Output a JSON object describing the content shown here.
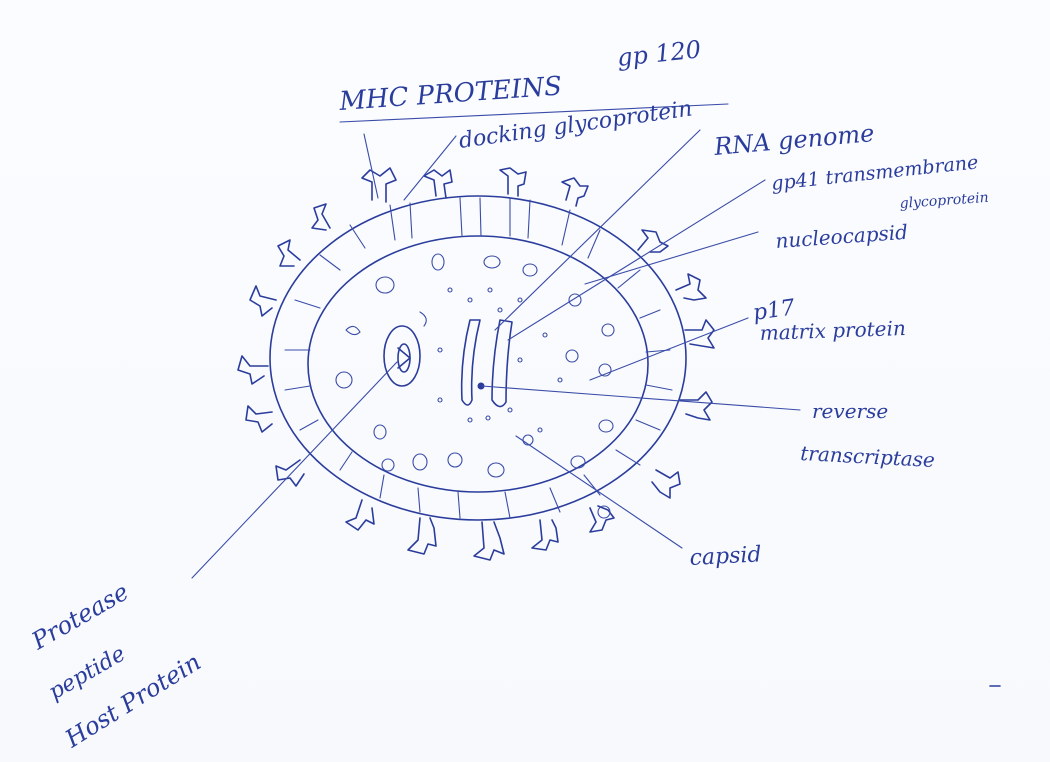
{
  "labels": {
    "mhc": "MHC PROTEINS",
    "gp120": "gp 120",
    "docking": "docking glycoprotein",
    "rna": "RNA genome",
    "gp41": "gp41 transmembrane",
    "gp41_sub": "glycoprotein",
    "nucleocapsid": "nucleocapsid",
    "p17": "p17",
    "matrix": "matrix protein",
    "reverse": "reverse",
    "transcriptase": "transcriptase",
    "capsid": "capsid",
    "protease": "Protease",
    "peptide": "peptide",
    "host_protein": "Host Protein"
  },
  "colors": {
    "ink": "#2b3d9c",
    "paper": "#fbfcff"
  }
}
